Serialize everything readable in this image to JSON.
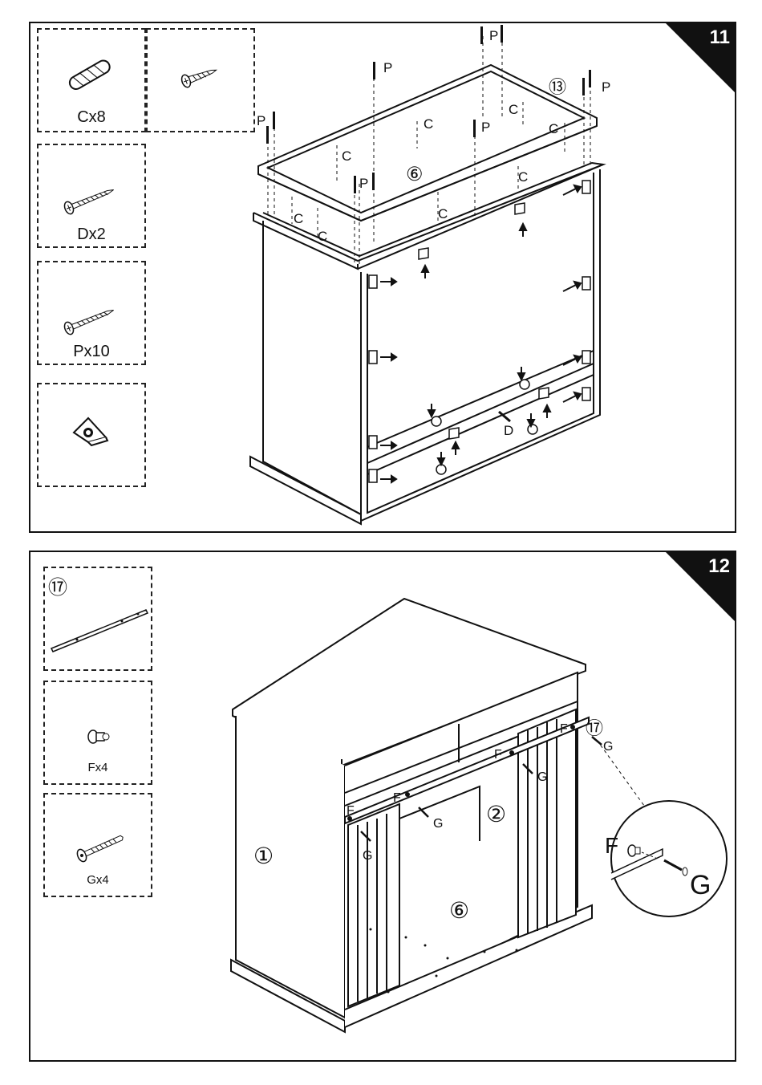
{
  "step11": {
    "number": "11",
    "parts": [
      {
        "label": "Cx8",
        "icon": "dowel-icon"
      },
      {
        "label": "",
        "icon": "short-screw-icon"
      },
      {
        "label": "Dx2",
        "icon": "screw-icon"
      },
      {
        "label": "Px10",
        "icon": "long-screw-icon"
      },
      {
        "label": "",
        "icon": "cam-fitting-icon"
      }
    ],
    "callouts": {
      "part_6": "⑥",
      "part_13": "⑬",
      "P": "P",
      "C": "C",
      "D": "D"
    }
  },
  "step12": {
    "number": "12",
    "parts": [
      {
        "label": "⑰",
        "icon": "rail-icon"
      },
      {
        "label": "Fx4",
        "icon": "bolt-icon"
      },
      {
        "label": "Gx4",
        "icon": "long-bolt-icon"
      }
    ],
    "callouts": {
      "part_1": "①",
      "part_2": "②",
      "part_6": "⑥",
      "part_17": "⑰",
      "F": "F",
      "G": "G"
    }
  }
}
